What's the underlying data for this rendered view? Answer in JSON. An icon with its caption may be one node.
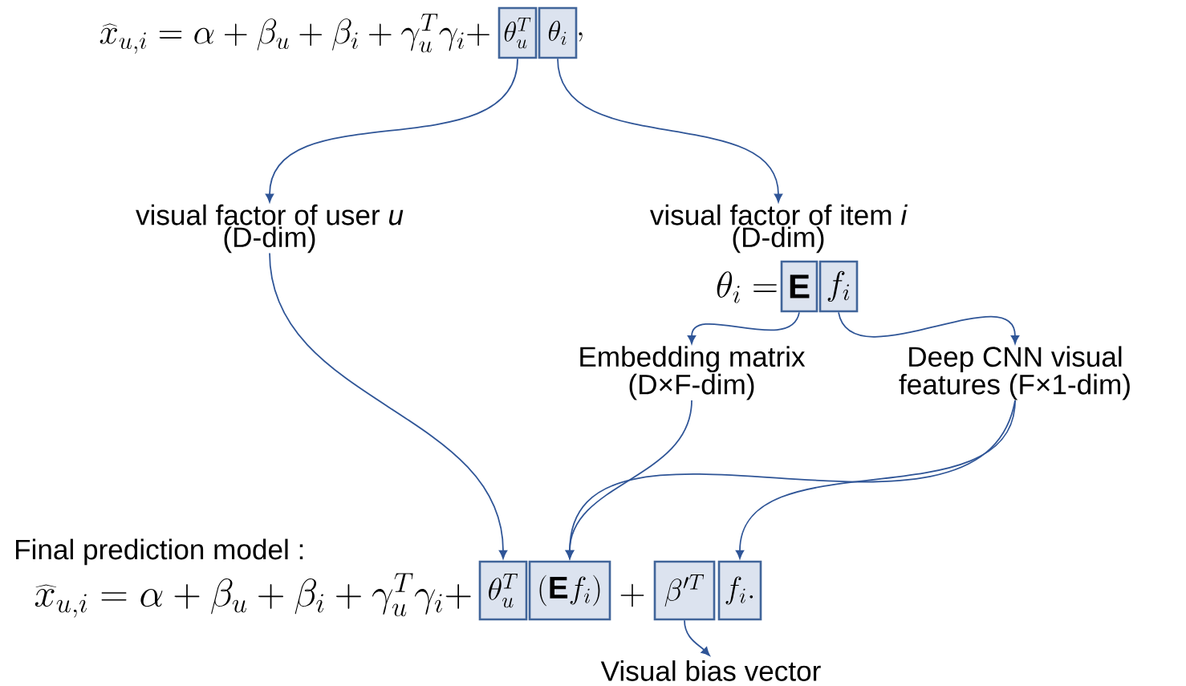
{
  "diagram": {
    "nodes": [
      {
        "text": [
          "\\theta_u^T"
        ]
      },
      {
        "text": [
          "\\theta_i"
        ]
      },
      {
        "text": [
          "visual factor of user *u* (D-dim)"
        ]
      },
      {
        "text": [
          "visual factor of item *i* (D-dim)"
        ]
      },
      {
        "text": [
          "\\mathbf{E}"
        ]
      },
      {
        "text": [
          "f_i"
        ]
      },
      {
        "text": [
          "Embedding matrix (D×F-dim)"
        ]
      },
      {
        "text": [
          "Deep CNN visual features (F×1-dim)"
        ]
      },
      {
        "text": [
          "\\theta_u^T"
        ]
      },
      {
        "text": [
          "(\\mathbf{E} f_i)"
        ]
      },
      {
        "text": [
          "\\beta'^T"
        ]
      },
      {
        "text": [
          "f_i."
        ]
      },
      {
        "text": [
          "Visual bias vector"
        ]
      }
    ],
    "edges": [
      {
        "from": 0,
        "to": 2,
        "arrow": "to"
      },
      {
        "from": 1,
        "to": 3,
        "arrow": "to"
      },
      {
        "from": 4,
        "to": 6,
        "arrow": "to"
      },
      {
        "from": 5,
        "to": 7,
        "arrow": "to"
      },
      {
        "from": 2,
        "to": 8,
        "arrow": "to"
      },
      {
        "from": 6,
        "to": 9,
        "arrow": "to"
      },
      {
        "from": 7,
        "to": 9,
        "arrow": "to"
      },
      {
        "from": 7,
        "to": 11,
        "arrow": "to"
      },
      {
        "from": 10,
        "to": 12,
        "arrow": "to"
      }
    ],
    "labels": [
      "\\widehat{x}_{u,i} = \\alpha + \\beta_u + \\beta_i + \\gamma_u^T \\gamma_i +",
      ",",
      "\\theta_i =",
      "Final prediction model :",
      "\\widehat{x}_{u,i} = \\alpha + \\beta_u + \\beta_i + \\gamma_u^T \\gamma_i +",
      "+"
    ]
  }
}
